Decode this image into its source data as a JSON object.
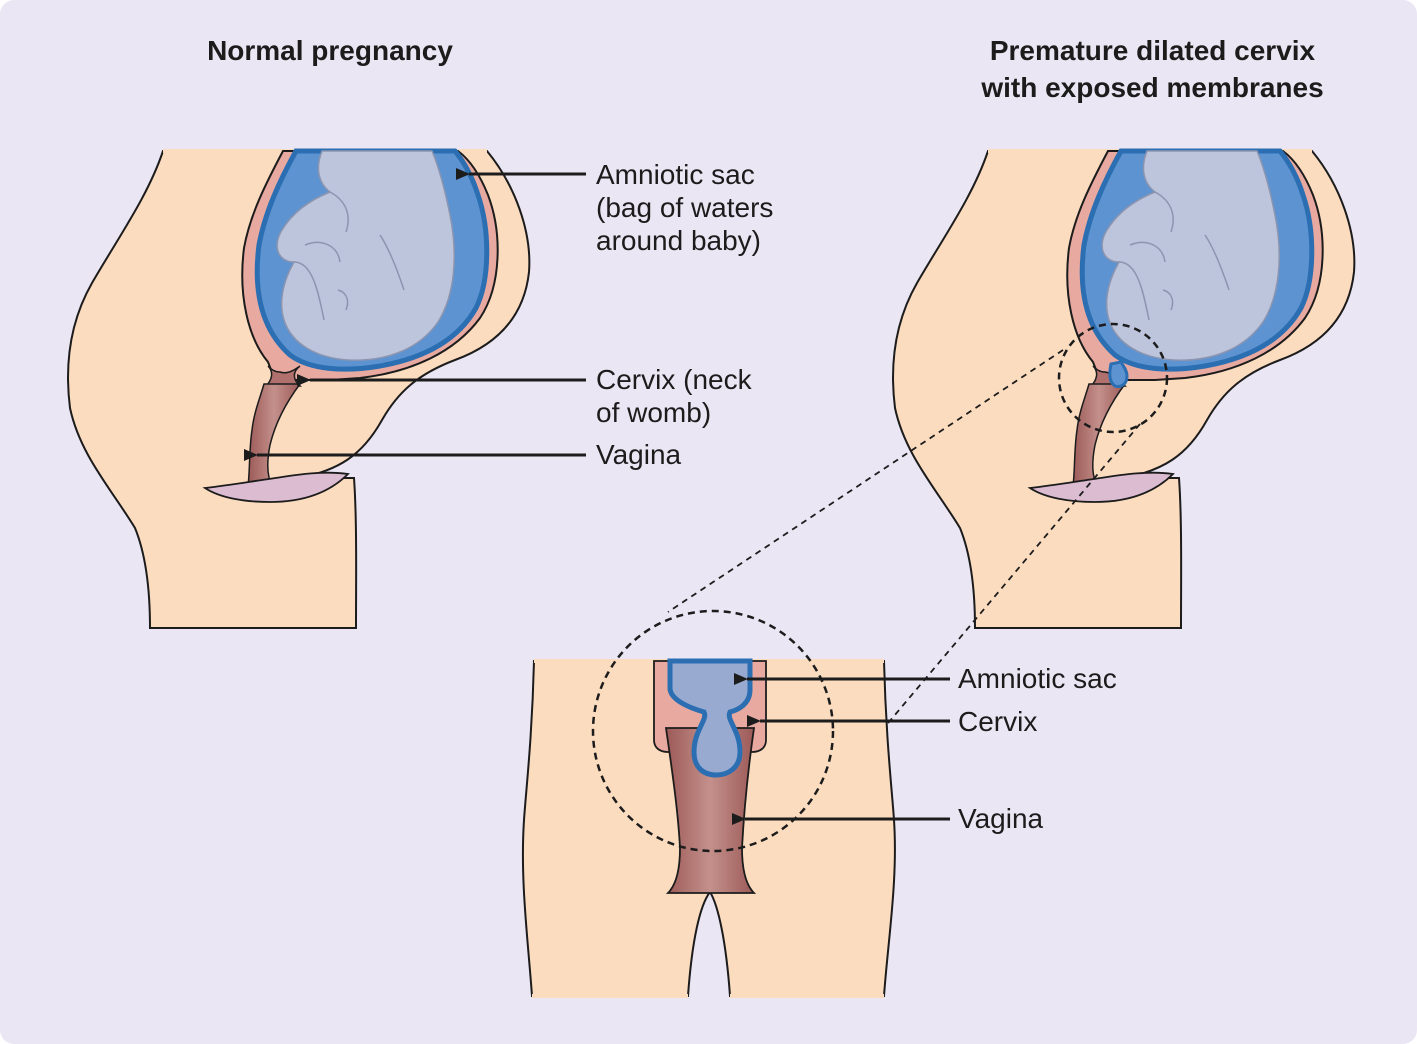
{
  "panels": {
    "normal": {
      "title": "Normal pregnancy"
    },
    "dilated": {
      "title_line1": "Premature dilated cervix",
      "title_line2": "with exposed membranes"
    }
  },
  "labels": {
    "normal": {
      "amniotic_sac": [
        "Amniotic sac",
        "(bag of waters",
        "around baby)"
      ],
      "cervix": [
        "Cervix (neck",
        "of womb)"
      ],
      "vagina": "Vagina"
    },
    "closeup": {
      "amniotic_sac": "Amniotic sac",
      "cervix": "Cervix",
      "vagina": "Vagina"
    }
  },
  "colors": {
    "background": "#ebe6f3",
    "skin": "#fcdcbf",
    "uterus_wall": "#e8a9a0",
    "amniotic_fluid": "#5d93d0",
    "membrane": "#2b6fb2",
    "baby": "#bdc5dc",
    "vagina": "#b0716e",
    "vulva": "#dbbcd0",
    "outline": "#1c1c1c"
  }
}
